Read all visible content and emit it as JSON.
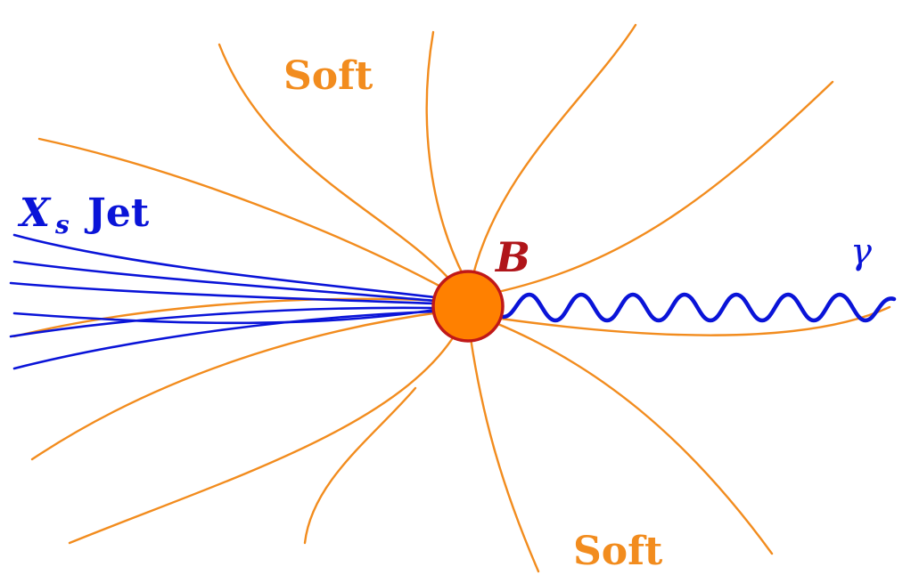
{
  "labels": {
    "soft_top": "Soft",
    "soft_bottom": "Soft",
    "jet_symbol": "X",
    "jet_subscript": "s",
    "jet_word": "Jet",
    "meson": "B",
    "photon": "γ"
  },
  "colors": {
    "soft": "#f28c1e",
    "jet": "#0a14d8",
    "meson_fill": "#ff8000",
    "meson_stroke": "#c01818",
    "meson_label": "#b0151a",
    "background": "#ffffff"
  }
}
